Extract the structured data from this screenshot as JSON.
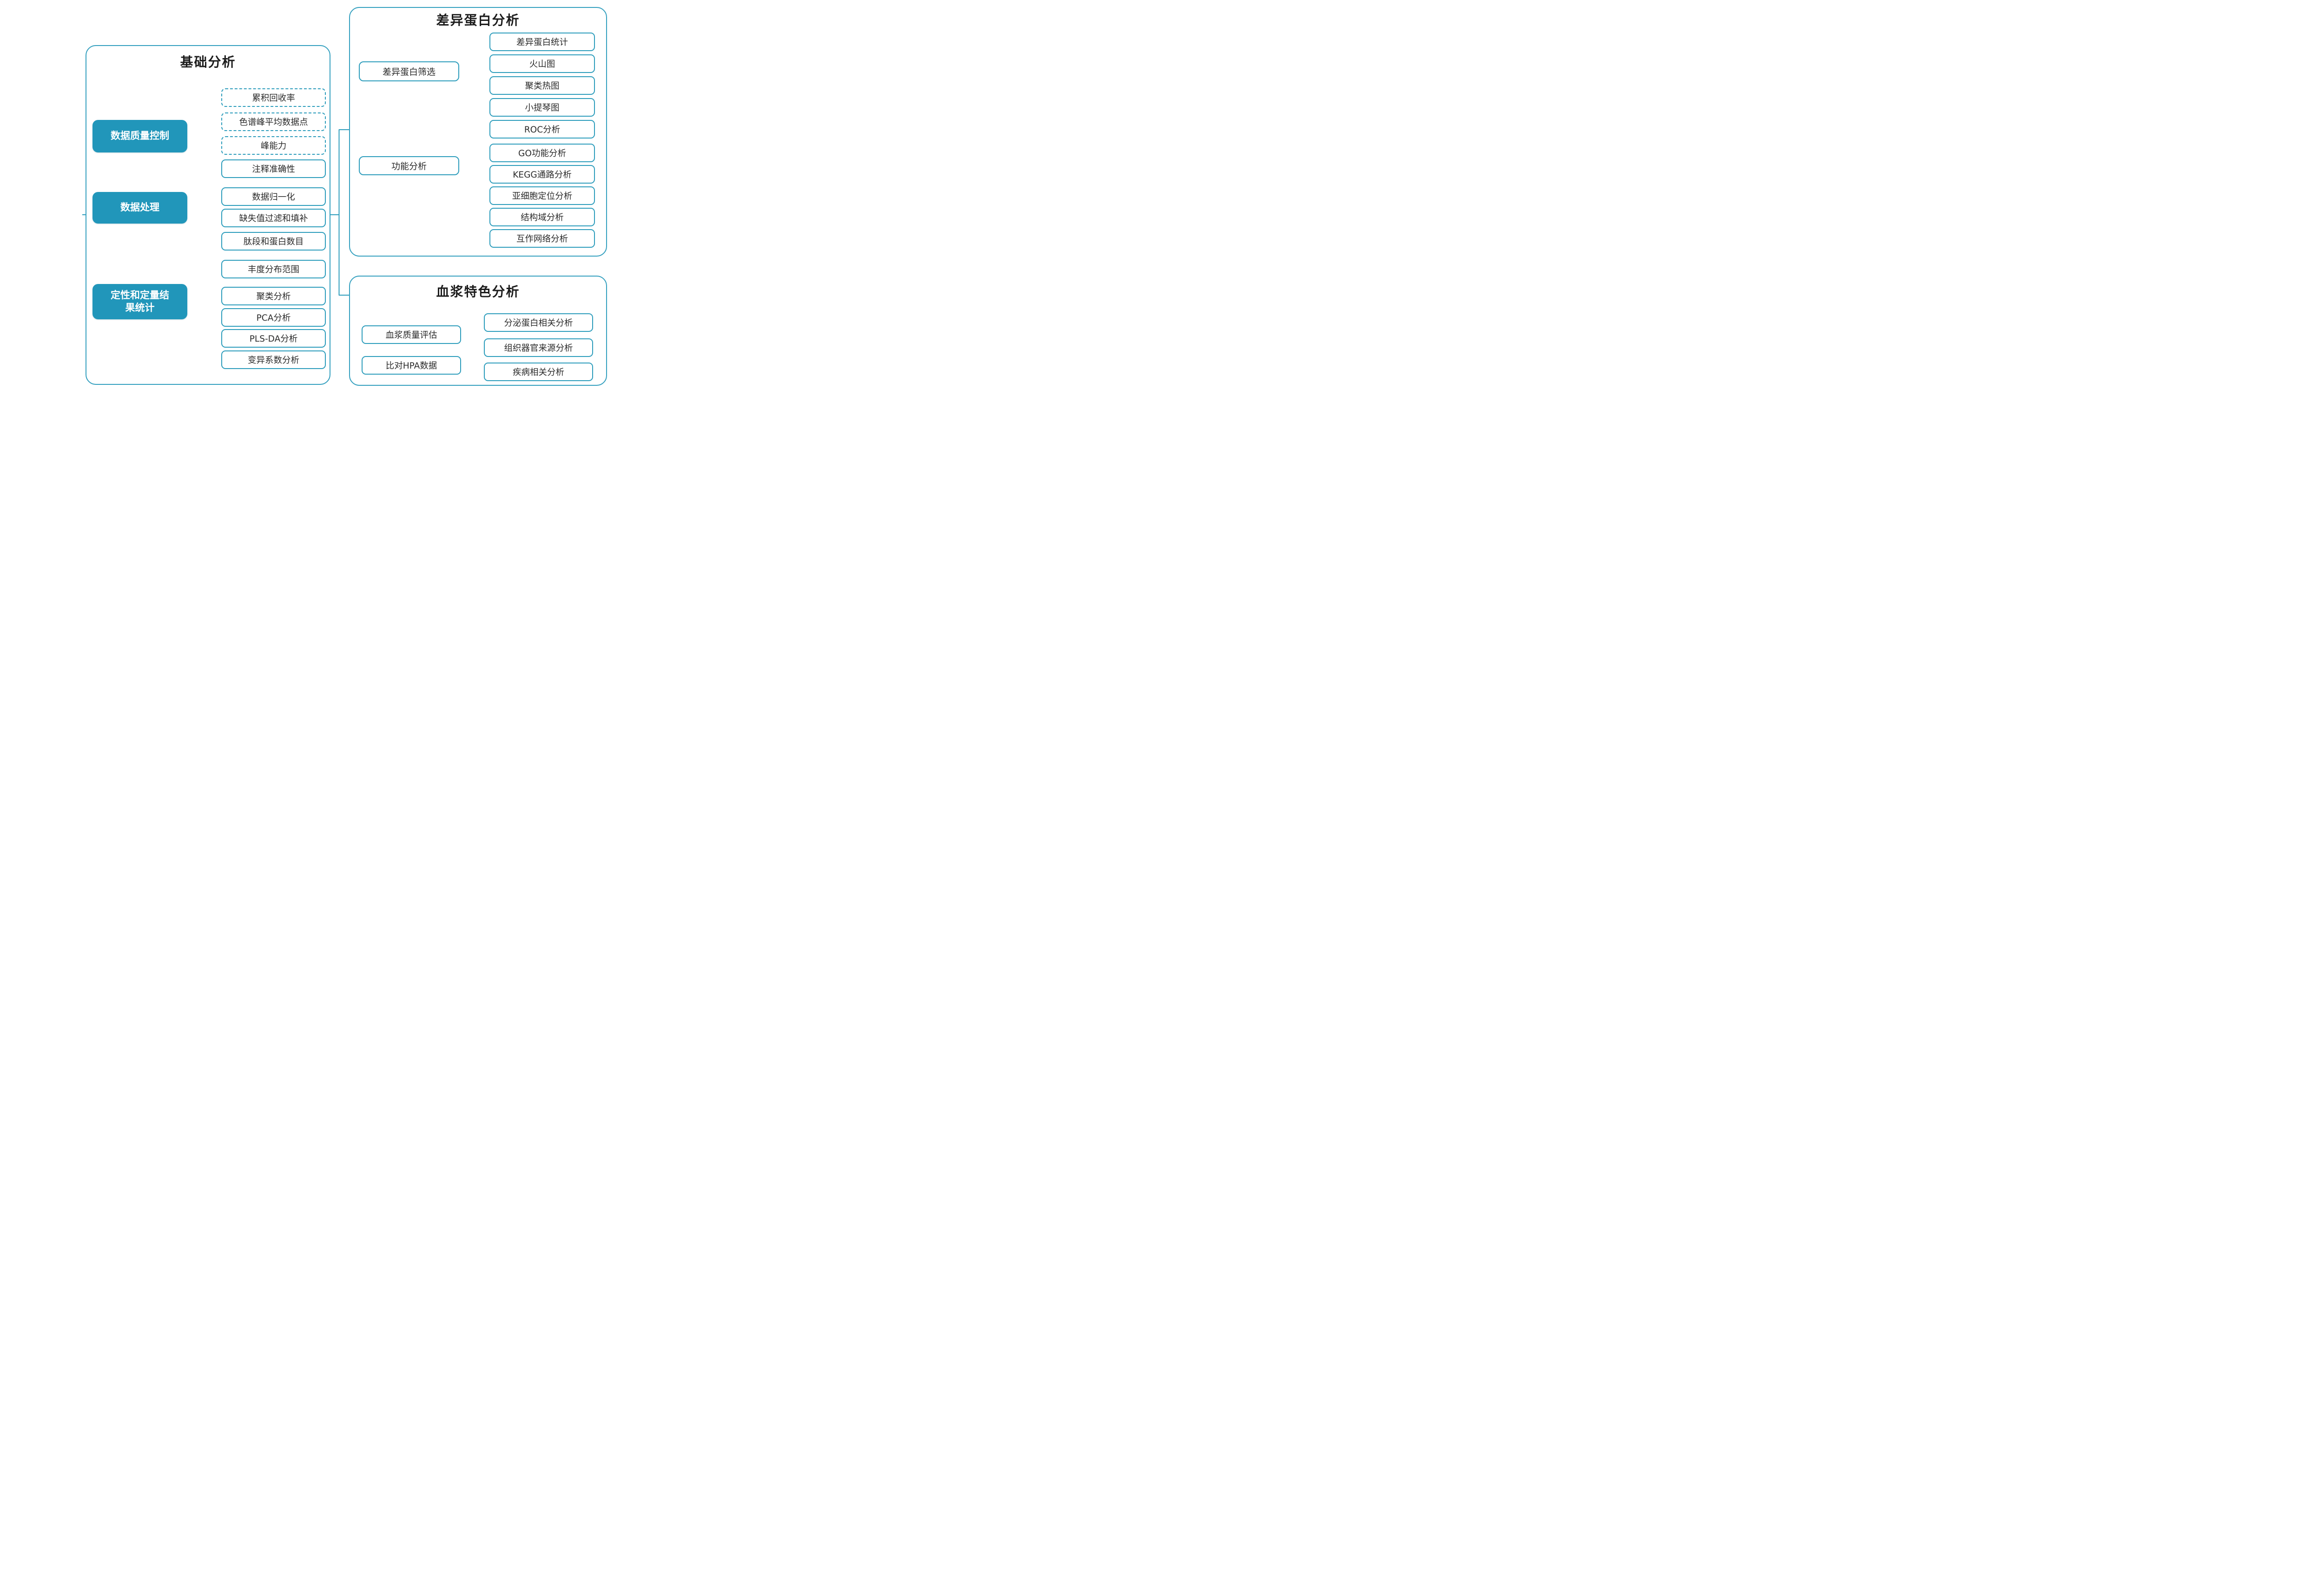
{
  "accent_color": "#2196ba",
  "line_color": "#2e9dbc",
  "panels": {
    "basic": {
      "title": "基础分析",
      "groups": [
        {
          "parent": "数据质量控制",
          "children": [
            "累积回收率",
            "色谱峰平均数据点",
            "峰能力",
            "注释准确性"
          ]
        },
        {
          "parent": "数据处理",
          "children": [
            "数据归一化",
            "缺失值过滤和填补"
          ]
        },
        {
          "parent": "定性和定量结\n果统计",
          "children": [
            "肽段和蛋白数目",
            "丰度分布范围",
            "聚类分析",
            "PCA分析",
            "PLS-DA分析",
            "变异系数分析"
          ]
        }
      ]
    },
    "diff_protein": {
      "title": "差异蛋白分析",
      "groups": [
        {
          "parent": "差异蛋白筛选",
          "children": [
            "差异蛋白统计",
            "火山图",
            "聚类热图",
            "小提琴图",
            "ROC分析"
          ]
        },
        {
          "parent": "功能分析",
          "children": [
            "GO功能分析",
            "KEGG通路分析",
            "亚细胞定位分析",
            "结构域分析",
            "互作网络分析"
          ]
        }
      ]
    },
    "plasma": {
      "title": "血浆特色分析",
      "items_left": [
        "血浆质量评估",
        "比对HPA数据"
      ],
      "items_right": [
        "分泌蛋白相关分析",
        "组织器官来源分析",
        "疾病相关分析"
      ]
    }
  }
}
